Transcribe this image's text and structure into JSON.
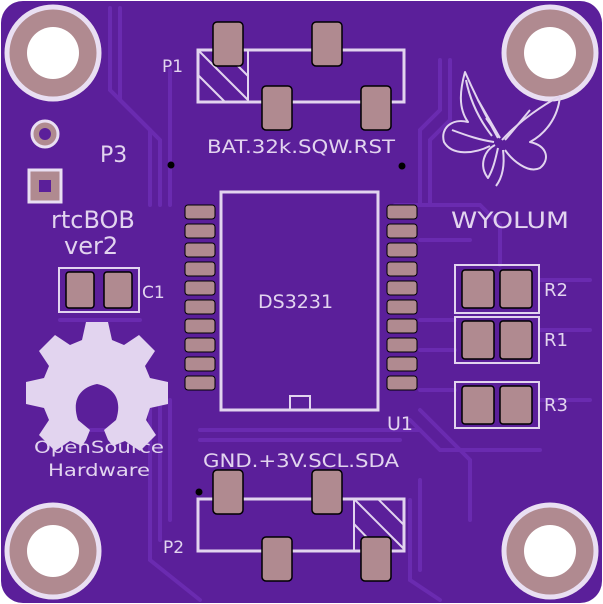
{
  "colors": {
    "board": "#5b1f9a",
    "trace": "#6a2bb0",
    "silk": "#e2d4ef",
    "pad": "#b08a90",
    "pad_edge": "#e9dff2",
    "hole": "#2a0f45"
  },
  "labels": {
    "p1": "P1",
    "p2": "P2",
    "p3": "P3",
    "top_pins": "BAT.32k.SQW.RST",
    "bottom_pins": "GND.+3V.SCL.SDA",
    "board_name": "rtcBOB",
    "board_version": "ver2",
    "c1": "C1",
    "chip": "DS3231",
    "u1": "U1",
    "brand": "WYOLUM",
    "r1": "R1",
    "r2": "R2",
    "r3": "R3",
    "oshw_line1": "OpenSource",
    "oshw_line2": "Hardware"
  },
  "icons": {
    "butterfly": "butterfly-logo",
    "oshw": "open-source-hardware-gear-logo"
  }
}
